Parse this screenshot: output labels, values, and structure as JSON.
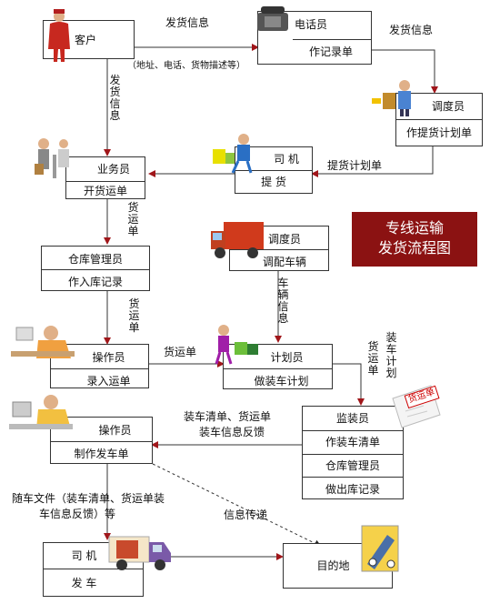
{
  "title": {
    "line1": "专线运输",
    "line2": "发货流程图"
  },
  "nodes": {
    "customer": {
      "label": "客户"
    },
    "telephonist": {
      "role": "电话员",
      "task": "作记录单"
    },
    "dispatcher1": {
      "role": "调度员",
      "task": "作提货计划单"
    },
    "driver1": {
      "role": "司 机",
      "task": "提 货"
    },
    "salesman": {
      "role": "业务员",
      "task": "开货运单"
    },
    "warehouse1": {
      "role": "仓库管理员",
      "task": "作入库记录"
    },
    "dispatcher2": {
      "role": "调度员",
      "task": "调配车辆"
    },
    "operator1": {
      "role": "操作员",
      "task": "录入运单"
    },
    "planner": {
      "role": "计划员",
      "task": "做装车计划"
    },
    "loading": {
      "r1": "监装员",
      "r2": "作装车清单",
      "r3": "仓库管理员",
      "r4": "做出库记录"
    },
    "operator2": {
      "role": "操作员",
      "task": "制作发车单"
    },
    "driver2": {
      "role": "司 机",
      "task": "发 车"
    },
    "destination": {
      "label": "目的地"
    }
  },
  "edge_labels": {
    "ship_info_top": "发货信息",
    "ship_info_top_note": "（地址、电话、货物描述等）",
    "ship_info_right": "发货信息",
    "ship_info_vertical": "发货信息",
    "pickup_plan": "提货计划单",
    "waybill_vertical": "货运单",
    "vehicle_info": "车辆信息",
    "waybill_v2": "货运单",
    "waybill_h": "货运单",
    "loading_plan": "装车计划",
    "waybill_v3": "货运单",
    "feedback_line1": "装车清单、货运单",
    "feedback_line2": "装车信息反馈",
    "docs_line1": "随车文件（装车清单、货运单装",
    "docs_line2": "车信息反馈）等",
    "info_transfer": "信息传递"
  },
  "badges": {
    "waybill_doc": "货运单"
  },
  "colors": {
    "arrow": "#a0161a",
    "title_bg": "#8b1212"
  }
}
